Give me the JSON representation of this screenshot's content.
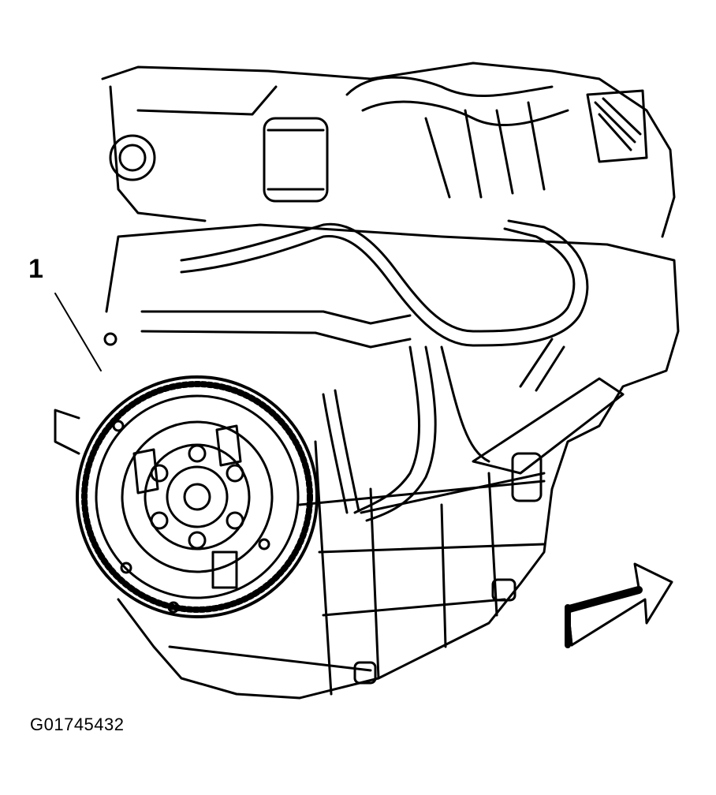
{
  "callouts": [
    {
      "label": "1",
      "target": "flywheel"
    }
  ],
  "figure_id": "G01745432",
  "icons": [
    "direction-arrow-icon"
  ]
}
